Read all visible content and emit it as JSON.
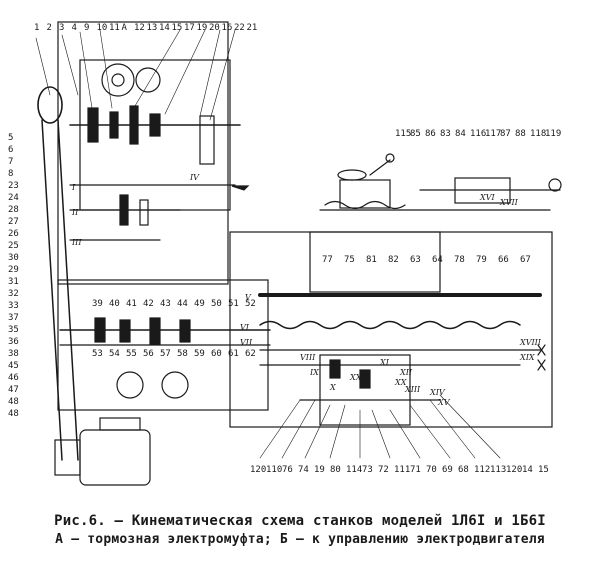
{
  "caption": {
    "line1": "Рис.6. – Кинематическая схема станков моделей 1Л6I и 1Б6I",
    "line2": "А – тормозная электромуфта; Б – к управлению электродвигателя"
  },
  "callouts": {
    "top": [
      "1",
      "2",
      "3",
      "4",
      "9",
      "10",
      "11",
      "А",
      "12",
      "13",
      "14",
      "15",
      "17",
      "19",
      "20",
      "16",
      "22",
      "21"
    ],
    "left": [
      "5",
      "6",
      "7",
      "8",
      "23",
      "24",
      "28",
      "27",
      "26",
      "25",
      "30",
      "29",
      "31",
      "32",
      "33",
      "37",
      "35",
      "36",
      "38",
      "45",
      "46",
      "47",
      "48",
      "48"
    ],
    "middle": [
      "39",
      "40",
      "41",
      "42",
      "43",
      "44",
      "49",
      "50",
      "51",
      "52",
      "53",
      "54",
      "55",
      "56",
      "57",
      "58",
      "59",
      "60",
      "61",
      "62"
    ],
    "carriage": [
      "77",
      "75",
      "81",
      "82",
      "63",
      "64",
      "78",
      "79",
      "66",
      "67"
    ],
    "tail": [
      "115",
      "85",
      "86",
      "83",
      "84",
      "116",
      "117",
      "87",
      "88",
      "118",
      "119"
    ],
    "bottom": [
      "120",
      "110",
      "76",
      "74",
      "19",
      "80",
      "114",
      "73",
      "72",
      "111",
      "71",
      "70",
      "69",
      "68",
      "112",
      "113",
      "120",
      "14",
      "15"
    ]
  },
  "shaft_labels": [
    "I",
    "II",
    "III",
    "IV",
    "V",
    "VI",
    "VII",
    "VIII",
    "IX",
    "X",
    "XI",
    "XII",
    "XIII",
    "XIV",
    "XV",
    "XVI",
    "XVII",
    "XVIII",
    "XIX",
    "XX",
    "XXI"
  ],
  "colors": {
    "ink": "#1a1a1a",
    "paper": "#ffffff"
  }
}
